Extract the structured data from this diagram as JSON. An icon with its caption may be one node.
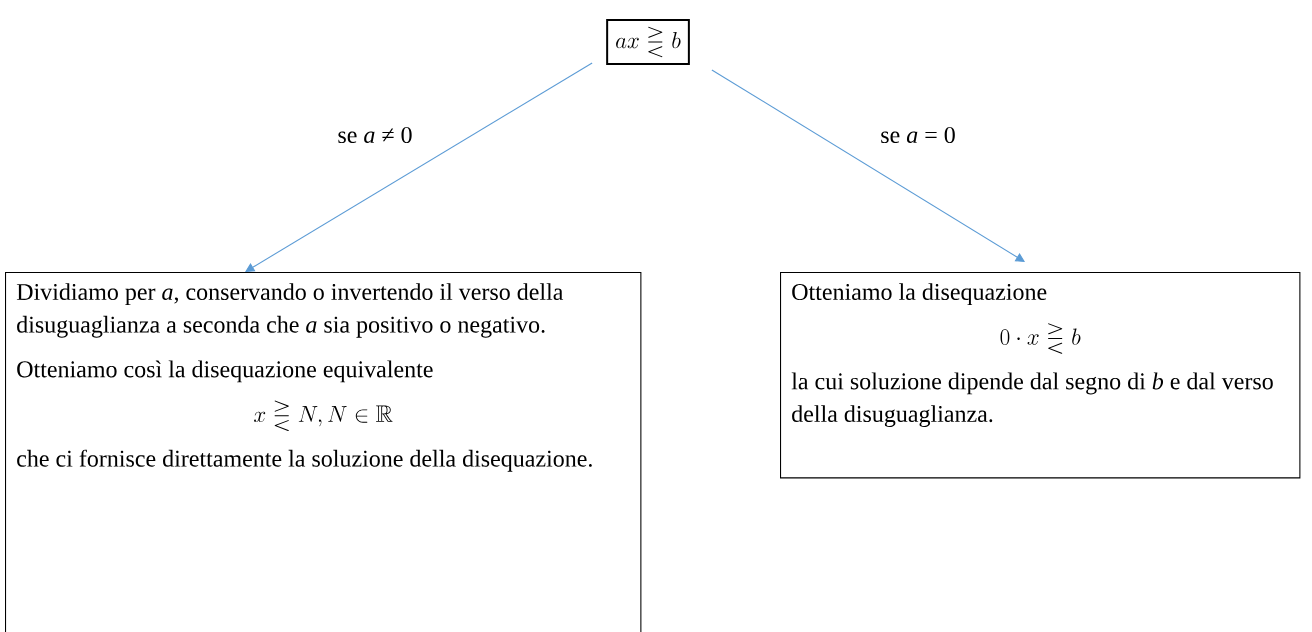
{
  "diagram": {
    "nodes": [
      {
        "text": [
          "ax \\gtreqless b"
        ]
      },
      {
        "text": [
          "Dividiamo per *a*, conservando o invertendo il verso della disuguaglianza a seconda che *a* sia positivo o negativo.",
          "Otteniamo così la disequazione equivalente",
          "x \\gtreqless N, N \\in \\mathbb{R}",
          "che ci fornisce direttamente la soluzione della disequazione."
        ]
      },
      {
        "text": [
          "Otteniamo la disequazione",
          "0 \\cdot x \\gtreqless b",
          "la cui soluzione dipende dal segno di *b* e dal verso della disuguaglianza."
        ]
      }
    ],
    "edges": [
      {
        "from": 0,
        "to": 1,
        "arrow": "to",
        "label": "se *a* ≠ 0"
      },
      {
        "from": 0,
        "to": 2,
        "arrow": "to",
        "label": "se *a* = 0"
      }
    ]
  }
}
